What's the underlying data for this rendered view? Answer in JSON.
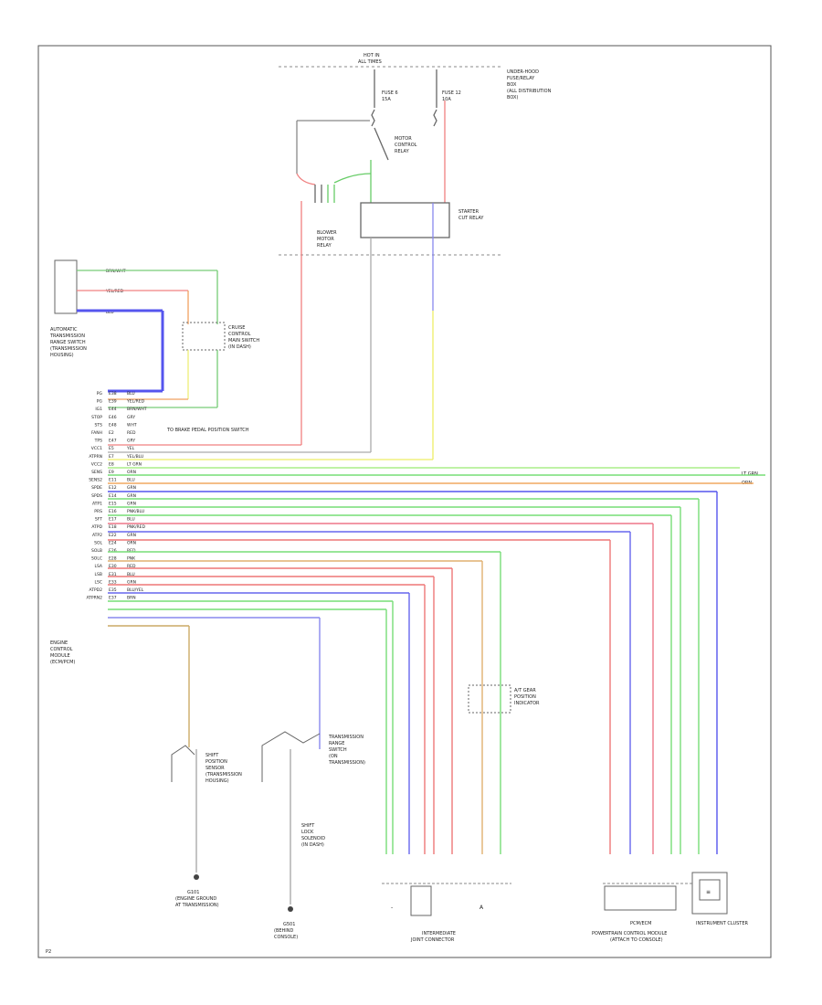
{
  "frame": {
    "top_labels": [
      "HOT IN",
      "ALL TIMES"
    ],
    "top_note": [
      "UNDER-HOOD",
      "FUSE/RELAY",
      "BOX",
      "(ALL DISTRIBUTION",
      "BOX)"
    ],
    "fuse_labels": [
      "FUSE 6",
      "15A",
      "FUSE 12",
      "10A"
    ],
    "motor_relay": [
      "MOTOR",
      "CONTROL",
      "RELAY"
    ],
    "starter_cut_relay": [
      "STARTER",
      "CUT RELAY"
    ],
    "blower_label": [
      "BLOWER",
      "MOTOR",
      "RELAY"
    ],
    "footer_code": "P2"
  },
  "left_module": {
    "label": [
      "AUTOMATIC",
      "TRANSMISSION",
      "RANGE SWITCH",
      "(TRANSMISSION",
      "HOUSING)"
    ],
    "wire_labels": [
      "BRN/WHT",
      "YEL/RED",
      "BLU"
    ]
  },
  "relay2": {
    "label": [
      "CRUISE",
      "CONTROL",
      "MAIN SWITCH",
      "(IN DASH)"
    ]
  },
  "ecm": {
    "label": [
      "ENGINE",
      "CONTROL",
      "MODULE",
      "(ECM/PCM)"
    ],
    "pins": [
      {
        "pin": "PG",
        "code": "E38",
        "color": "BLU"
      },
      {
        "pin": "PG",
        "code": "E39",
        "color": "YEL/RED"
      },
      {
        "pin": "IG1",
        "code": "E44",
        "color": "BRN/WHT"
      },
      {
        "pin": "STOP",
        "code": "E46",
        "color": "GRY"
      },
      {
        "pin": "STS",
        "code": "E48",
        "color": "WHT"
      },
      {
        "pin": "FANH",
        "code": "E2",
        "color": "RED"
      },
      {
        "pin": "TPS",
        "code": "E47",
        "color": "GRY"
      },
      {
        "pin": "VCC1",
        "code": "E5",
        "color": "YEL"
      },
      {
        "pin": "ATPRN",
        "code": "E7",
        "color": "YEL/BLU"
      },
      {
        "pin": "VCC2",
        "code": "E8",
        "color": "LT GRN"
      },
      {
        "pin": "SENS",
        "code": "E9",
        "color": "ORN"
      },
      {
        "pin": "SENS2",
        "code": "E11",
        "color": "BLU"
      },
      {
        "pin": "SPDE",
        "code": "E12",
        "color": "GRN"
      },
      {
        "pin": "SPDS",
        "code": "E14",
        "color": "GRN"
      },
      {
        "pin": "ATP1",
        "code": "E15",
        "color": "GRN"
      },
      {
        "pin": "PRS",
        "code": "E16",
        "color": "PNK/BLU"
      },
      {
        "pin": "SFT",
        "code": "E17",
        "color": "BLU"
      },
      {
        "pin": "ATPD",
        "code": "E18",
        "color": "PNK/RED"
      },
      {
        "pin": "ATP2",
        "code": "E22",
        "color": "GRN"
      },
      {
        "pin": "SOL",
        "code": "E24",
        "color": "ORN"
      },
      {
        "pin": "SOLB",
        "code": "E26",
        "color": "RED"
      },
      {
        "pin": "SOLC",
        "code": "E28",
        "color": "PNK"
      },
      {
        "pin": "LSA",
        "code": "E30",
        "color": "RED"
      },
      {
        "pin": "LSB",
        "code": "E31",
        "color": "BLU"
      },
      {
        "pin": "LSC",
        "code": "E33",
        "color": "GRN"
      },
      {
        "pin": "ATPD2",
        "code": "E35",
        "color": "BLU/YEL"
      },
      {
        "pin": "ATPRN2",
        "code": "E37",
        "color": "BRN"
      }
    ],
    "to_label": "TO BRAKE PEDAL POSITION SWITCH",
    "right_labels": [
      "LT GRN",
      "ORN"
    ]
  },
  "bottom": {
    "sw1_label": [
      "SHIFT",
      "POSITION",
      "SENSOR",
      "(TRANSMISSION",
      "HOUSING)"
    ],
    "sw1_ground": [
      "G101",
      "(ENGINE GROUND",
      "AT TRANSMISSION)"
    ],
    "sw2_label": [
      "TRANSMISSION",
      "RANGE",
      "SWITCH",
      "(ON",
      "TRANSMISSION)"
    ],
    "sw2_sub": [
      "SHIFT",
      "LOCK",
      "SOLENOID",
      "(IN DASH)"
    ],
    "sw2_ground": [
      "G501",
      "(BEHIND",
      "CONSOLE)"
    ],
    "relay3": [
      "A/T GEAR",
      "POSITION",
      "INDICATOR"
    ],
    "connector_left": [
      "INTERMEDIATE",
      "JOINT CONNECTOR"
    ],
    "connector_right_box": "PCM/ECM",
    "connector_right": [
      "POWERTRAIN CONTROL MODULE",
      "(ATTACH TO CONSOLE)"
    ],
    "instrument": "INSTRUMENT CLUSTER",
    "clock_label": "A"
  }
}
